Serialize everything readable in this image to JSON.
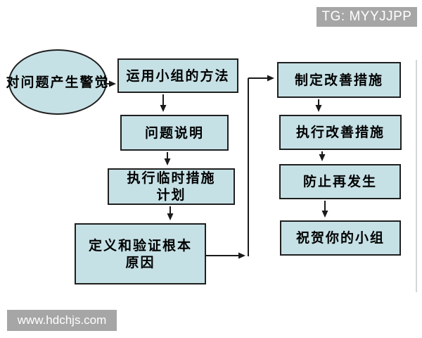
{
  "badge": {
    "text": "TG: MYYJJPP",
    "bg_color": "#a6a6a6",
    "text_color": "#ffffff"
  },
  "watermark": {
    "text": "www.hdchjs.com",
    "bg_color": "#a6a6a6",
    "text_color": "#ffffff"
  },
  "flowchart": {
    "node_fill_color": "#c6e1e6",
    "node_border_color": "#1f1f1f",
    "connector_color": "#1a1a1a",
    "start": {
      "shape": "ellipse",
      "label": "对问题产生警觉"
    },
    "left": [
      {
        "label": "运用小组的方法"
      },
      {
        "label": "问题说明"
      },
      {
        "label": "执行临时措施\n计划"
      },
      {
        "label": "定义和验证根本\n原因"
      }
    ],
    "right": [
      {
        "label": "制定改善措施"
      },
      {
        "label": "执行改善措施"
      },
      {
        "label": "防止再发生"
      },
      {
        "label": "祝贺你的小组"
      }
    ]
  },
  "page_edge_color": "#d6d6d6"
}
